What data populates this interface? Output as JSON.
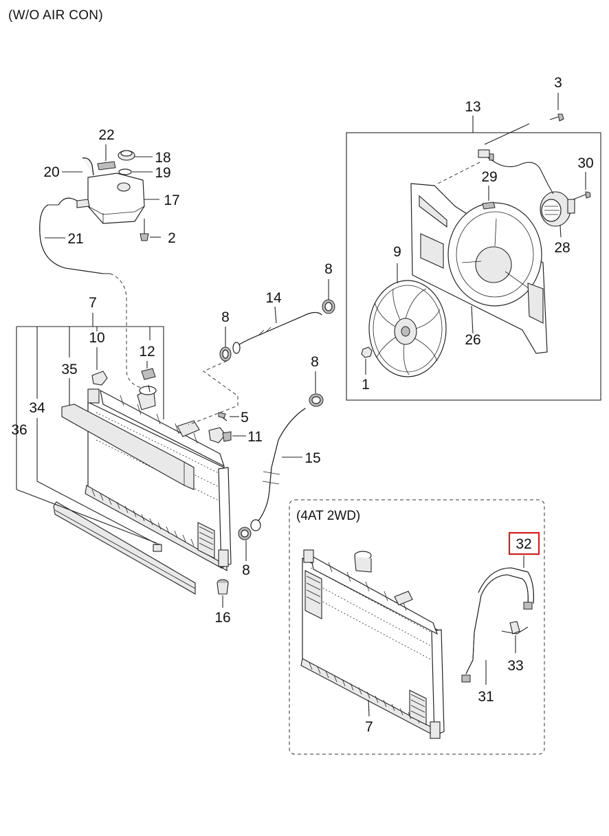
{
  "title": "(W/O AIR CON)",
  "variant_label": "(4AT 2WD)",
  "highlight_color": "#d21f1f",
  "callouts": {
    "c1": "1",
    "c2": "2",
    "c3": "3",
    "c5": "5",
    "c7": "7",
    "c7b": "7",
    "c8a": "8",
    "c8b": "8",
    "c8c": "8",
    "c8d": "8",
    "c9": "9",
    "c10": "10",
    "c11": "11",
    "c12": "12",
    "c13": "13",
    "c14": "14",
    "c15": "15",
    "c16": "16",
    "c17": "17",
    "c18": "18",
    "c19": "19",
    "c20": "20",
    "c21": "21",
    "c22": "22",
    "c26": "26",
    "c28": "28",
    "c29": "29",
    "c30": "30",
    "c31": "31",
    "c32": "32",
    "c33": "33",
    "c34": "34",
    "c35": "35",
    "c36": "36"
  }
}
